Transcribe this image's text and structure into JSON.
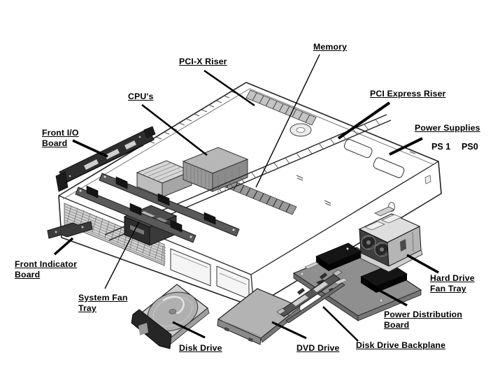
{
  "figure": {
    "labels": {
      "pci_x_riser": "PCI-X Riser",
      "memory": "Memory",
      "cpus": "CPU's",
      "pci_express_riser": "PCI Express Riser",
      "front_io_board": "Front I/O Board",
      "power_supplies": "Power Supplies",
      "ps1": "PS 1",
      "ps0": "PS0",
      "front_indicator_board": "Front Indicator Board",
      "system_fan_tray": "System Fan Tray",
      "disk_drive": "Disk Drive",
      "dvd_drive": "DVD Drive",
      "disk_drive_backplane": "Disk Drive Backplane",
      "power_distribution_board": "Power Distribution Board",
      "hard_drive_fan_tray": "Hard Drive Fan Tray"
    },
    "colors": {
      "background": "#ffffff",
      "line": "#222222",
      "metal_light": "#dedede",
      "metal_mid": "#9a9a9a",
      "part_dark": "#2e2e2e"
    }
  }
}
